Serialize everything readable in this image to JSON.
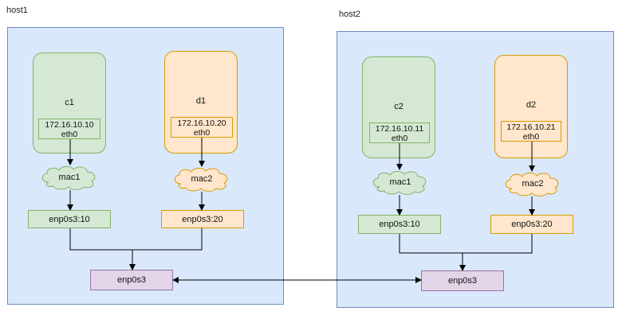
{
  "colors": {
    "host_fill": "#dae8fc",
    "host_stroke": "#6c8ebf",
    "green_fill": "#d5e8d4",
    "green_stroke": "#82b366",
    "orange_fill": "#ffe6cc",
    "orange_stroke": "#d79b00",
    "purple_fill": "#e1d5e7",
    "purple_stroke": "#9673a6"
  },
  "host1": {
    "label": "host1",
    "c": {
      "name": "c1",
      "ip": "172.16.10.10",
      "dev": "eth0",
      "mac": "mac1",
      "iface": "enp0s3:10"
    },
    "d": {
      "name": "d1",
      "ip": "172.16.10.20",
      "dev": "eth0",
      "mac": "mac2",
      "iface": "enp0s3:20"
    },
    "nic": "enp0s3"
  },
  "host2": {
    "label": "host2",
    "c": {
      "name": "c2",
      "ip": "172.16.10.11",
      "dev": "eth0",
      "mac": "mac1",
      "iface": "enp0s3:10"
    },
    "d": {
      "name": "d2",
      "ip": "172.16.10.21",
      "dev": "eth0",
      "mac": "mac2",
      "iface": "enp0s3:20"
    },
    "nic": "enp0s3"
  }
}
